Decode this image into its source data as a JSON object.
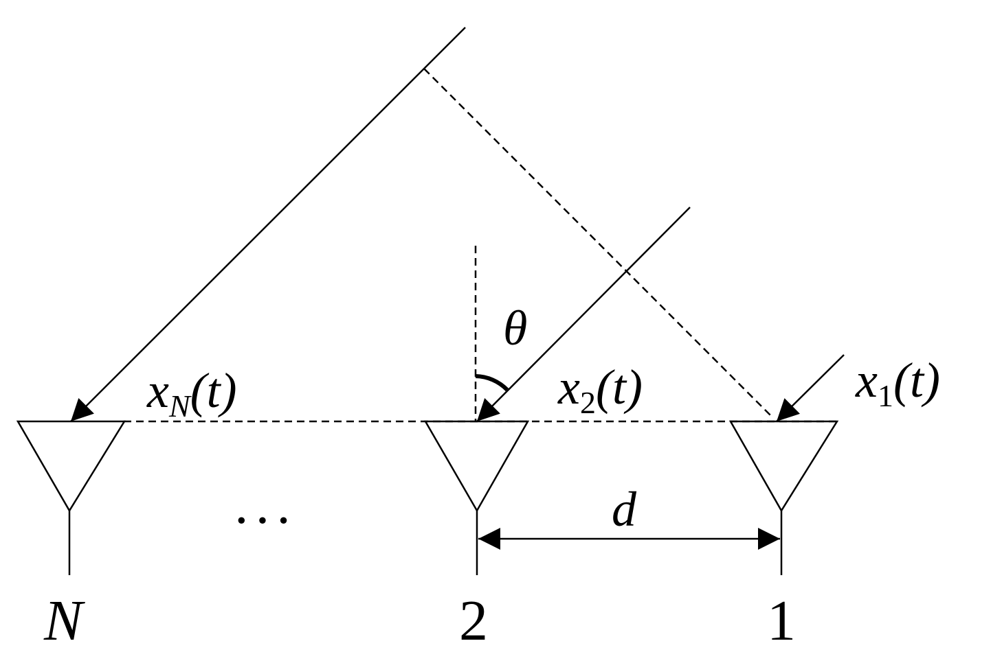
{
  "signals": {
    "x1": {
      "base": "x",
      "sub": "1",
      "arg": "(t)"
    },
    "x2": {
      "base": "x",
      "sub": "2",
      "arg": "(t)"
    },
    "xN": {
      "base": "x",
      "sub": "N",
      "arg": "(t)"
    }
  },
  "angle_label": "θ",
  "spacing_label": "d",
  "ellipsis": "···",
  "elements": {
    "n": "N",
    "two": "2",
    "one": "1"
  },
  "colors": {
    "stroke": "#000000",
    "background": "#ffffff"
  }
}
